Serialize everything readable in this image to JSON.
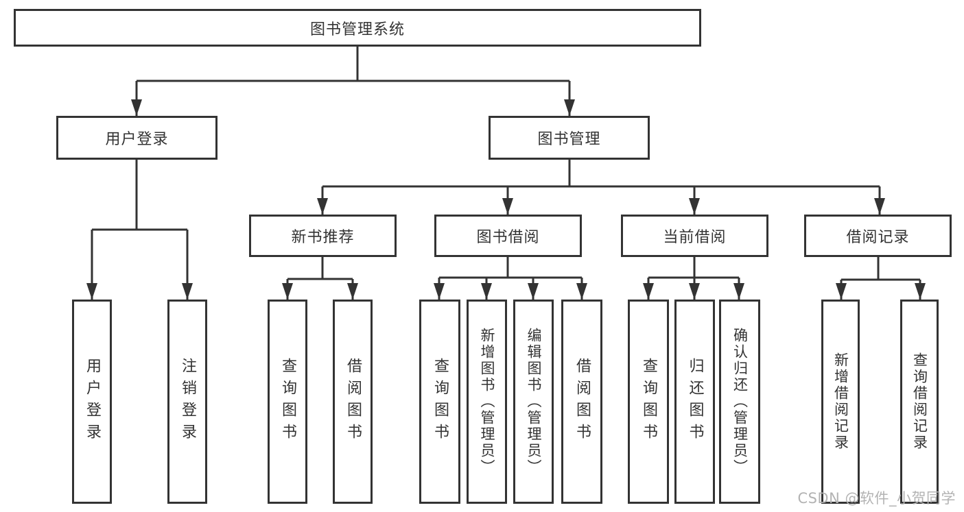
{
  "diagram": {
    "title": "图书管理系统",
    "root": {
      "label": "图书管理系统"
    },
    "level2": [
      {
        "id": "user-login",
        "label": "用户登录"
      },
      {
        "id": "book-management",
        "label": "图书管理"
      }
    ],
    "level3": [
      {
        "id": "new-book-recommend",
        "label": "新书推荐"
      },
      {
        "id": "book-borrowing",
        "label": "图书借阅"
      },
      {
        "id": "current-borrowing",
        "label": "当前借阅"
      },
      {
        "id": "borrowing-records",
        "label": "借阅记录"
      }
    ],
    "leaves": {
      "login": [
        "用户登录",
        "注销登录"
      ],
      "newbook": [
        "查询图书",
        "借阅图书"
      ],
      "borrow": [
        "查询图书",
        "新增图书（管理员）",
        "编辑图书（管理员）",
        "借阅图书"
      ],
      "current": [
        "查询图书",
        "归还图书",
        "确认归还（管理员）"
      ],
      "records": [
        "新增借阅记录",
        "查询借阅记录"
      ]
    }
  },
  "watermark": "CSDN @软件_小贺同学",
  "colors": {
    "line": "#333333",
    "box_border": "#333333",
    "box_fill": "#ffffff",
    "text": "#333333",
    "watermark": "#b3b3b3"
  }
}
